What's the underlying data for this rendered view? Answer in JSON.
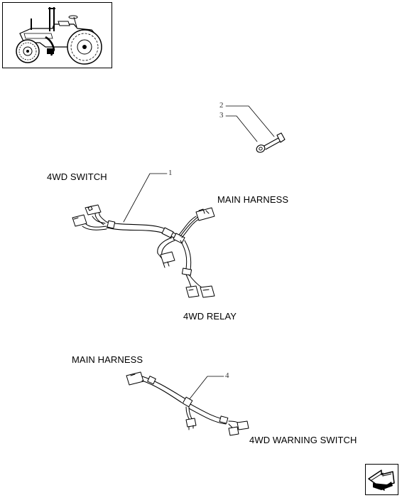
{
  "labels": {
    "switch_4wd": "4WD SWITCH",
    "main_harness_1": "MAIN HARNESS",
    "relay_4wd": "4WD RELAY",
    "main_harness_2": "MAIN HARNESS",
    "warning_switch_4wd": "4WD WARNING SWITCH"
  },
  "refs": {
    "r1": "1",
    "r2": "2",
    "r3": "3",
    "r4": "4"
  },
  "icons": {
    "thumbnail": "tractor-thumbnail-icon",
    "navigation": "next-page-arrow-icon"
  },
  "colors": {
    "line": "#000000",
    "background": "#ffffff"
  }
}
